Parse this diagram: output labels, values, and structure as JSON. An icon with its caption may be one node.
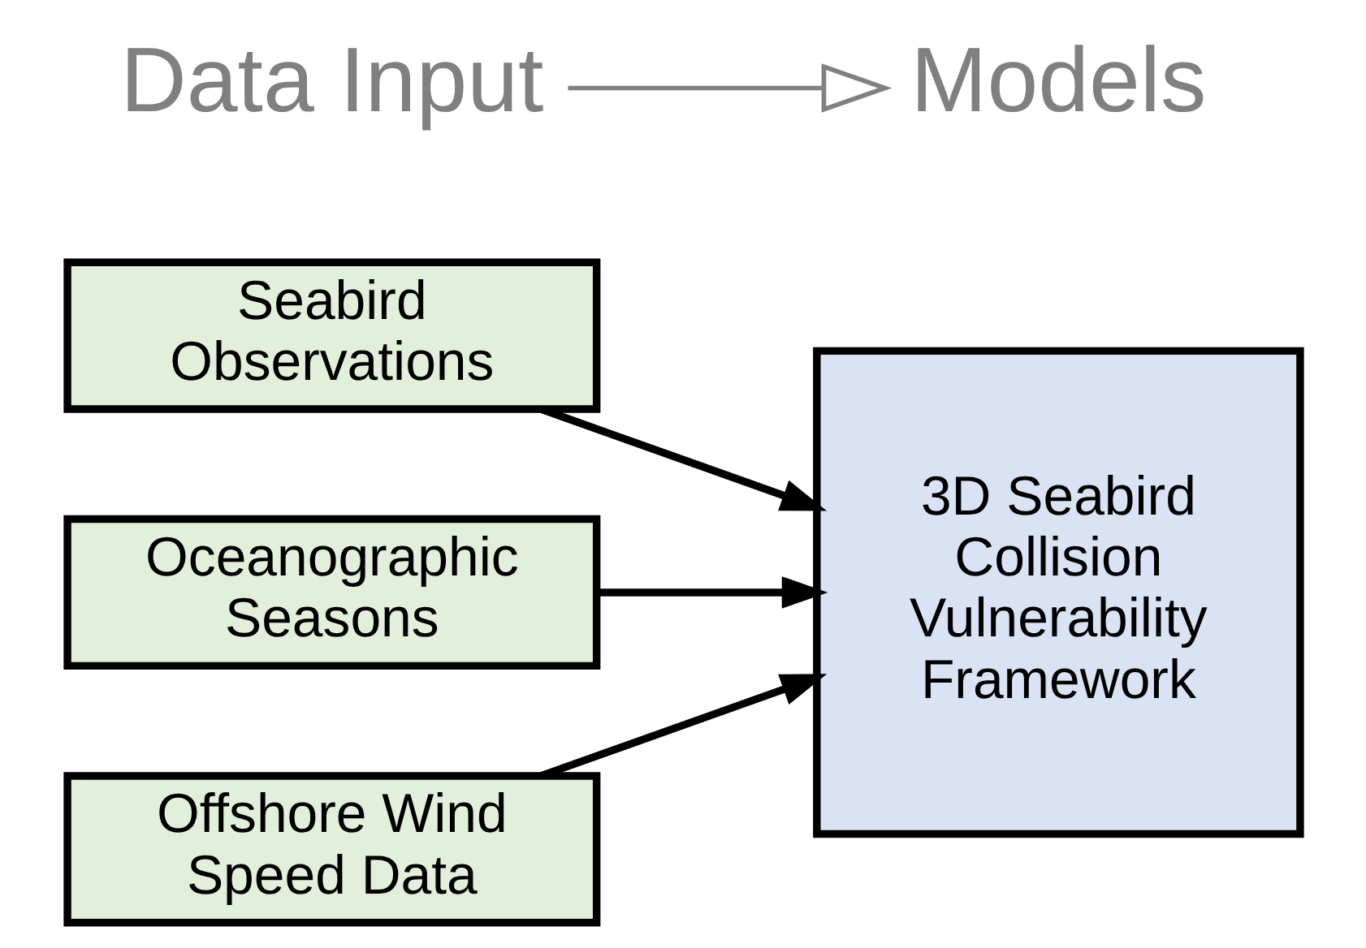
{
  "diagram": {
    "nodes": [
      {
        "text": [
          "Data Input"
        ]
      },
      {
        "text": [
          "Models"
        ]
      },
      {
        "text": [
          "Seabird Observations"
        ]
      },
      {
        "text": [
          "Oceanographic Seasons"
        ]
      },
      {
        "text": [
          "Offshore Wind Speed Data"
        ]
      },
      {
        "text": [
          "3D Seabird Collision Vulnerability Framework"
        ]
      }
    ],
    "edges": [
      {
        "from": 0,
        "to": 1,
        "arrow": "to",
        "color": "#808080"
      },
      {
        "from": 2,
        "to": 5,
        "arrow": "to"
      },
      {
        "from": 3,
        "to": 5,
        "arrow": "to"
      },
      {
        "from": 4,
        "to": 5,
        "arrow": "to"
      }
    ]
  }
}
